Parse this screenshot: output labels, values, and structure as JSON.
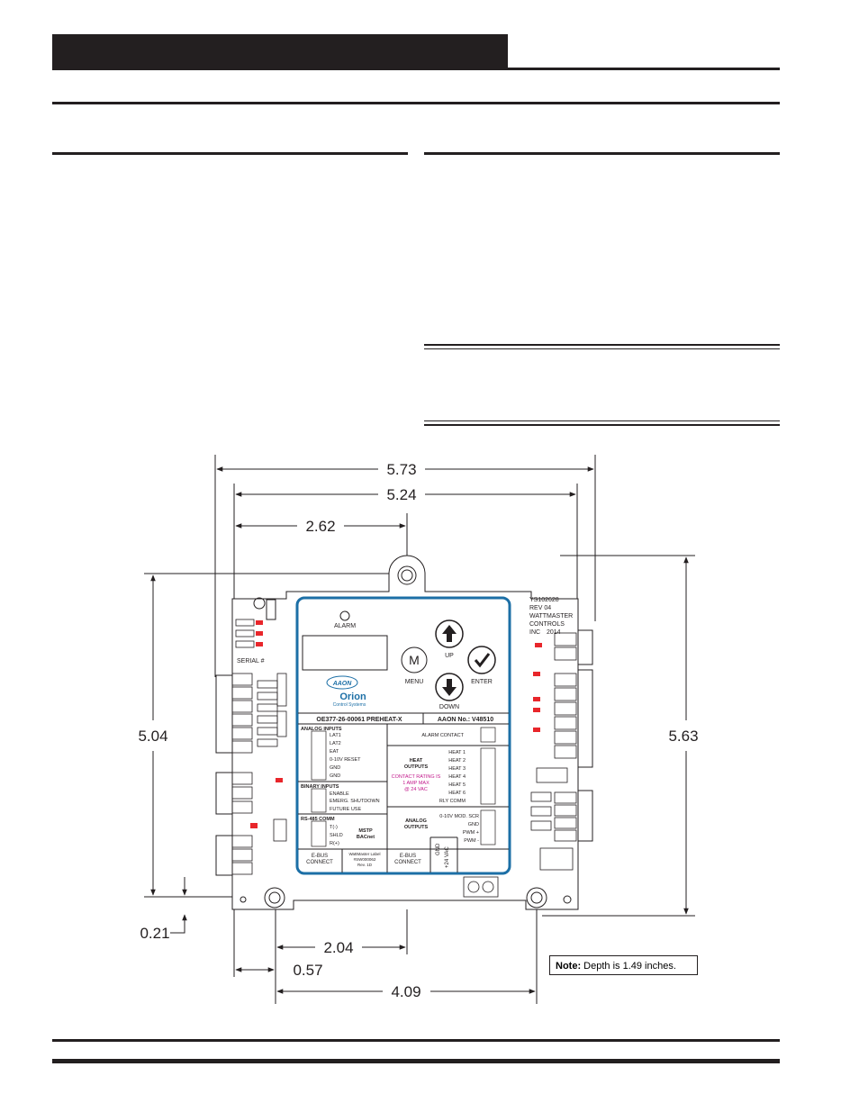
{
  "dimensions": {
    "width_overall": "5.73",
    "width_mount_holes": "5.24",
    "width_half": "2.62",
    "height_left": "5.04",
    "height_right": "5.63",
    "offset_bottom": "0.21",
    "hole_spacing_inner": "2.04",
    "offset_left": "0.57",
    "hole_spacing_outer": "4.09"
  },
  "note": {
    "label": "Note:",
    "text": "Depth is 1.49 inches."
  },
  "board": {
    "keypad": {
      "alarm": "ALARM",
      "menu_symbol": "M",
      "menu": "MENU",
      "up": "UP",
      "enter": "ENTER",
      "down": "DOWN"
    },
    "logo_brand": "AAON",
    "logo_product": "Orion",
    "logo_sub": "Control Systems",
    "model": "OE377-26-00061  PREHEAT-X",
    "aaon_no": "AAON No.: V48510",
    "analog_inputs": {
      "title": "ANALOG INPUTS",
      "items": [
        "LAT1",
        "LAT2",
        "EAT",
        "0-10V RESET",
        "GND",
        "GND"
      ]
    },
    "binary_inputs": {
      "title": "BINARY INPUTS",
      "items": [
        "ENABLE",
        "EMERG. SHUTDOWN",
        "FUTURE USE"
      ]
    },
    "rs485": {
      "title": "RS-485 COMM",
      "items": [
        "T(-)",
        "SHLD",
        "R(+)"
      ],
      "protocol_1": "MSTP",
      "protocol_2": "BACnet"
    },
    "alarm_contact": "ALARM CONTACT",
    "heat_outputs": {
      "title_1": "HEAT",
      "title_2": "OUTPUTS",
      "rating_1": "CONTACT RATING IS",
      "rating_2": "1 AMP MAX",
      "rating_3": "@ 24 VAC",
      "items": [
        "HEAT 1",
        "HEAT 2",
        "HEAT 3",
        "HEAT 4",
        "HEAT 5",
        "HEAT 6",
        "RLY COMM"
      ]
    },
    "analog_outputs": {
      "title_1": "ANALOG",
      "title_2": "OUTPUTS",
      "items": [
        "0-10V MOD. SCR",
        "GND",
        "PWM +",
        "PWM -"
      ]
    },
    "ebus_left_1": "E-BUS",
    "ebus_left_2": "CONNECT",
    "label_1": "WattMaster Label",
    "label_2": "#SW000062",
    "label_3": "Rev. 1D",
    "ebus_right_1": "E-BUS",
    "ebus_right_2": "CONNECT",
    "power_gnd": "GND",
    "power_vac": "+24 VAC",
    "serial": "SERIAL #",
    "silk_1": "YS102628",
    "silk_2": "REV 04",
    "silk_3": "WATTMASTER",
    "silk_4": "CONTROLS",
    "silk_5": "INC",
    "silk_6": "2014"
  }
}
